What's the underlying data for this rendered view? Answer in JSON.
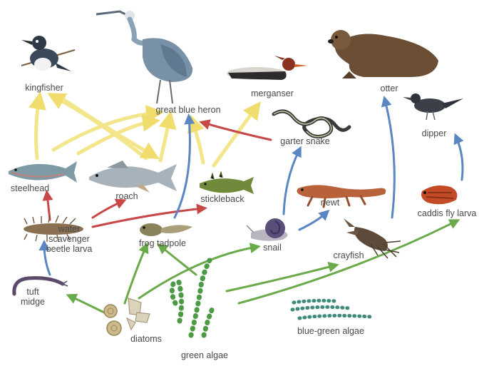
{
  "organisms": {
    "kingfisher": "kingfisher",
    "heron": "great blue heron",
    "merganser": "merganser",
    "otter": "otter",
    "dipper": "dipper",
    "garter_snake": "garter snake",
    "steelhead": "steelhead",
    "roach": "roach",
    "stickleback": "stickleback",
    "newt": "newt",
    "caddis": "caddis fly larva",
    "scavenger": "water scavenger beetle larva",
    "frog_tadpole": "frog tadpole",
    "snail": "snail",
    "crayfish": "crayfish",
    "tuft_midge": "tuft midge",
    "diatoms": "diatoms",
    "green_algae": "green algae",
    "blue_green_algae": "blue-green algae"
  },
  "arrow_colors": {
    "to_birds": "#f3e58a",
    "to_heron_from_fish": "#f3e58a",
    "predator_red": "#c84848",
    "consumer_blue": "#5b86c4",
    "producer_green": "#6aaa4a"
  },
  "icons": [
    "kingfisher-icon",
    "heron-icon",
    "merganser-icon",
    "otter-icon",
    "dipper-icon",
    "snake-icon",
    "steelhead-icon",
    "roach-icon",
    "stickleback-icon",
    "newt-icon",
    "caddis-larva-icon",
    "beetle-larva-icon",
    "tadpole-icon",
    "snail-icon",
    "crayfish-icon",
    "midge-icon",
    "diatom-icon",
    "green-algae-icon",
    "blue-green-algae-icon"
  ]
}
